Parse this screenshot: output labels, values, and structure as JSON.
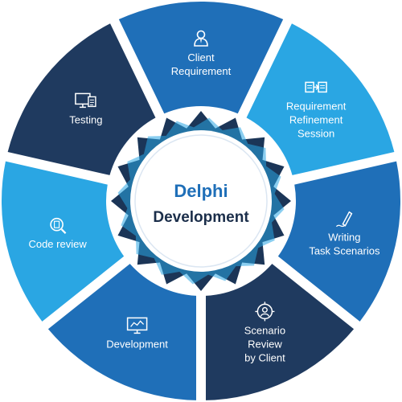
{
  "center": {
    "title": "Delphi",
    "subtitle": "Development"
  },
  "colors": {
    "dark_navy": "#1f3a5f",
    "mid_blue": "#1f6fb8",
    "light_blue": "#2aa6e3",
    "title_blue": "#1f6fb8",
    "subtitle_navy": "#1b2e4a",
    "gear_dark": "#1b3557",
    "gear_light": "#2aa6e3"
  },
  "segments": [
    {
      "lines": [
        "Client",
        "Requirement"
      ],
      "icon": "client-person-icon",
      "color": "#1f6fb8"
    },
    {
      "lines": [
        "Requirement",
        "Refinement",
        "Session"
      ],
      "icon": "document-transfer-icon",
      "color": "#2aa6e3"
    },
    {
      "lines": [
        "Writing",
        "Task Scenarios"
      ],
      "icon": "pen-writing-icon",
      "color": "#1f6fb8"
    },
    {
      "lines": [
        "Scenario",
        "Review",
        "by Client"
      ],
      "icon": "target-user-icon",
      "color": "#1f3a5f"
    },
    {
      "lines": [
        "Development"
      ],
      "icon": "code-monitor-icon",
      "color": "#1f6fb8"
    },
    {
      "lines": [
        "Code review"
      ],
      "icon": "magnifier-code-icon",
      "color": "#2aa6e3"
    },
    {
      "lines": [
        "Testing"
      ],
      "icon": "computer-testing-icon",
      "color": "#1f3a5f"
    }
  ]
}
